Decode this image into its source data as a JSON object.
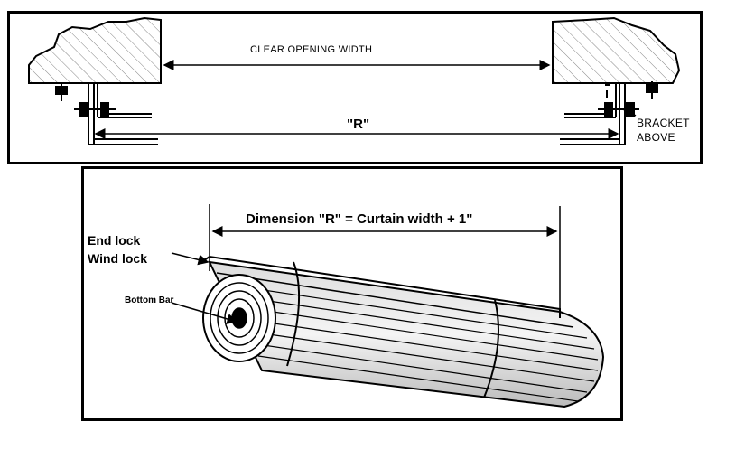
{
  "top_diagram": {
    "clear_opening_label": "CLEAR OPENING WIDTH",
    "r_label": "\"R\"",
    "bracket_label_line1": "BRACKET",
    "bracket_label_line2": "ABOVE"
  },
  "bottom_diagram": {
    "dimension_label": "Dimension \"R\" = Curtain width + 1\"",
    "end_lock_label": "End lock",
    "wind_lock_label": "Wind lock",
    "bottom_bar_label": "Bottom Bar"
  }
}
